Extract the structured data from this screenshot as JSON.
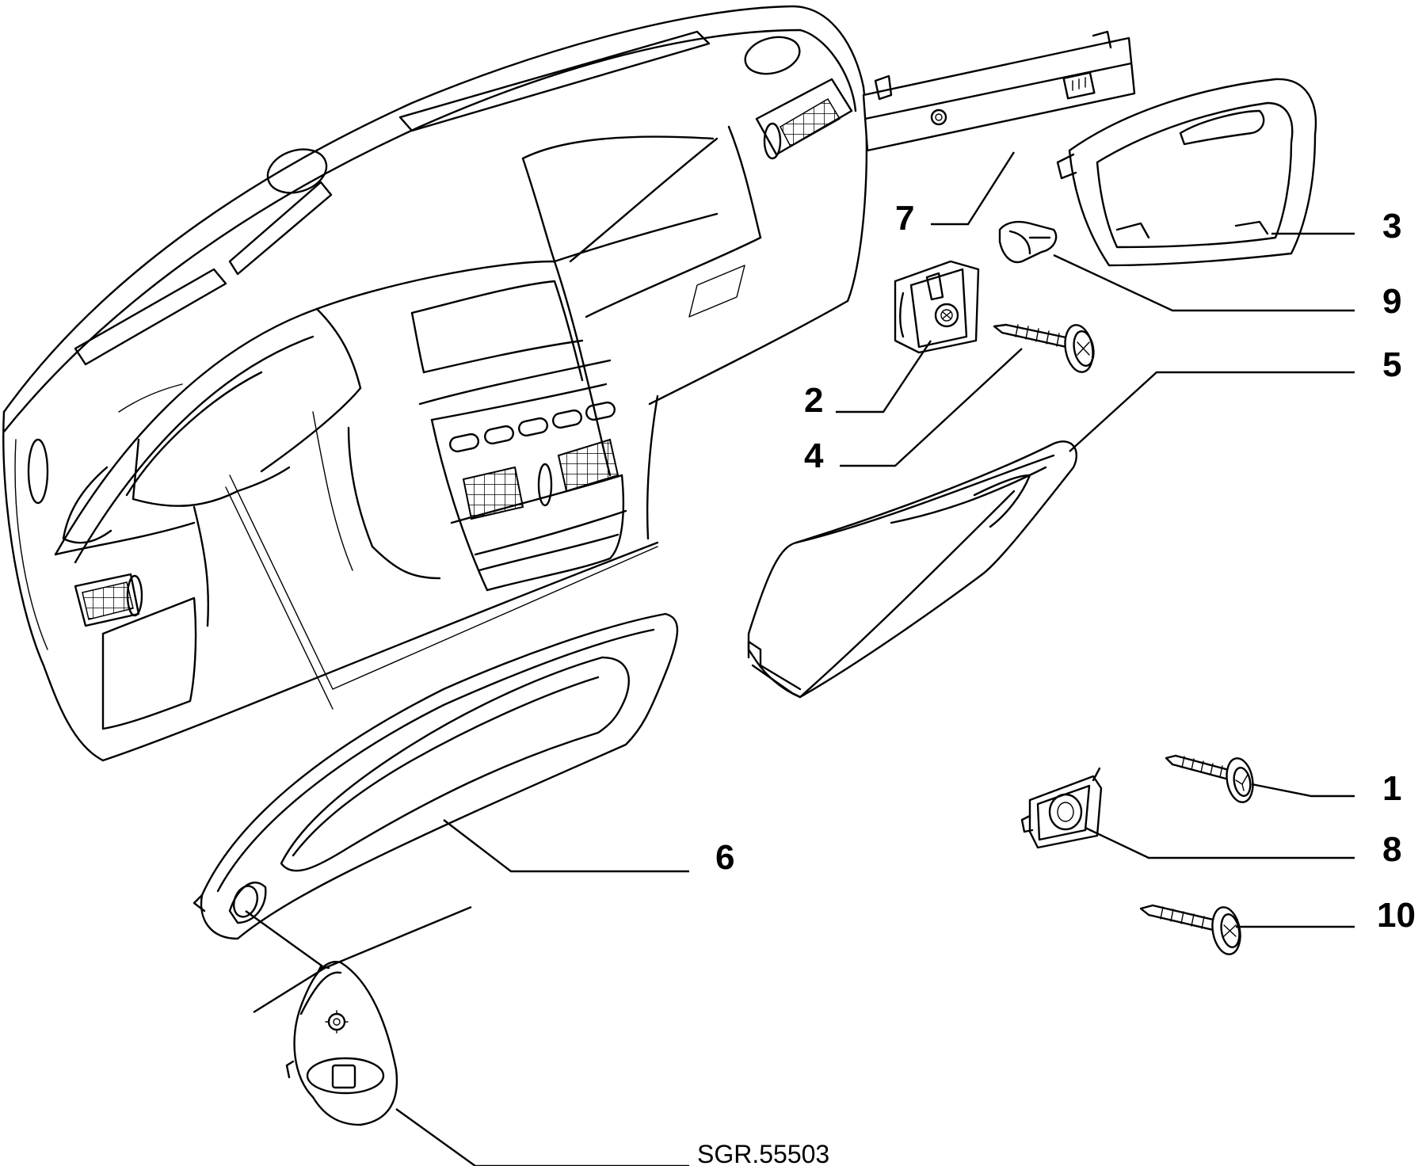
{
  "callouts": {
    "c1": "1",
    "c2": "2",
    "c3": "3",
    "c4": "4",
    "c5": "5",
    "c6": "6",
    "c7": "7",
    "c8": "8",
    "c9": "9",
    "c10": "10"
  },
  "drawing_code": "SGR.55503"
}
